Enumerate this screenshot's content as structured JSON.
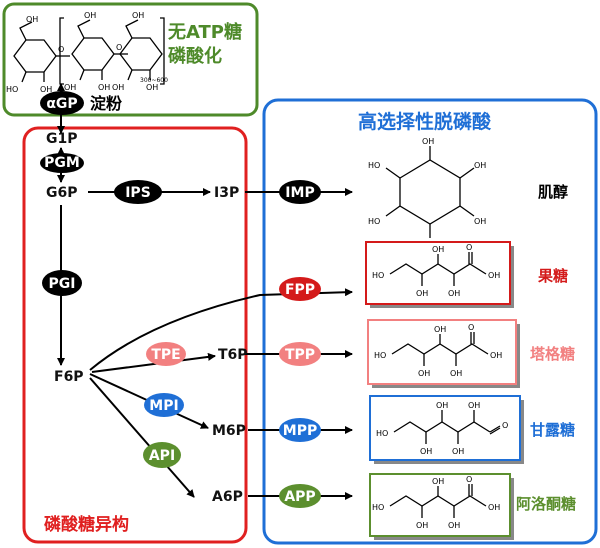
{
  "starch_box": {
    "label_no_atp_line1": "无ATP糖",
    "label_no_atp_line2": "磷酸化",
    "chain_subscript": "300~600",
    "starch_label": "淀粉",
    "colors": {
      "border": "#4e8a2a",
      "text": "#4e8a2a"
    }
  },
  "isomerization_box": {
    "title": "磷酸糖异构",
    "colors": {
      "border": "#e02020",
      "text": "#e02020"
    }
  },
  "dephosphorylation_box": {
    "title": "高选择性脱磷酸",
    "colors": {
      "border": "#1f6fd6",
      "text": "#1f6fd6"
    }
  },
  "metabolites": {
    "g1p": "G1P",
    "g6p": "G6P",
    "f6p": "F6P",
    "i3p": "I3P",
    "t6p": "T6P",
    "m6p": "M6P",
    "a6p": "A6P"
  },
  "enzymes": {
    "agp": {
      "label": "αGP",
      "color": "#000000"
    },
    "pgm": {
      "label": "PGM",
      "color": "#000000"
    },
    "ips": {
      "label": "IPS",
      "color": "#000000"
    },
    "pgi": {
      "label": "PGI",
      "color": "#000000"
    },
    "tpe": {
      "label": "TPE",
      "color": "#f28080"
    },
    "mpi": {
      "label": "MPI",
      "color": "#1f6fd6"
    },
    "api": {
      "label": "API",
      "color": "#5c8f2e"
    },
    "imp": {
      "label": "IMP",
      "color": "#000000"
    },
    "fpp": {
      "label": "FPP",
      "color": "#d41a1a"
    },
    "tpp": {
      "label": "TPP",
      "color": "#f28080"
    },
    "mpp": {
      "label": "MPP",
      "color": "#1f6fd6"
    },
    "app": {
      "label": "APP",
      "color": "#5c8f2e"
    }
  },
  "products": {
    "inositol": {
      "label": "肌醇",
      "color": "#000000"
    },
    "fructose": {
      "label": "果糖",
      "color": "#d41a1a"
    },
    "tagatose": {
      "label": "塔格糖",
      "color": "#f28080"
    },
    "mannose": {
      "label": "甘露糖",
      "color": "#1f6fd6"
    },
    "allulose": {
      "label": "阿洛酮糖",
      "color": "#5c8f2e"
    }
  },
  "chem": {
    "oh": "OH",
    "ho": "HO",
    "o": "O"
  }
}
